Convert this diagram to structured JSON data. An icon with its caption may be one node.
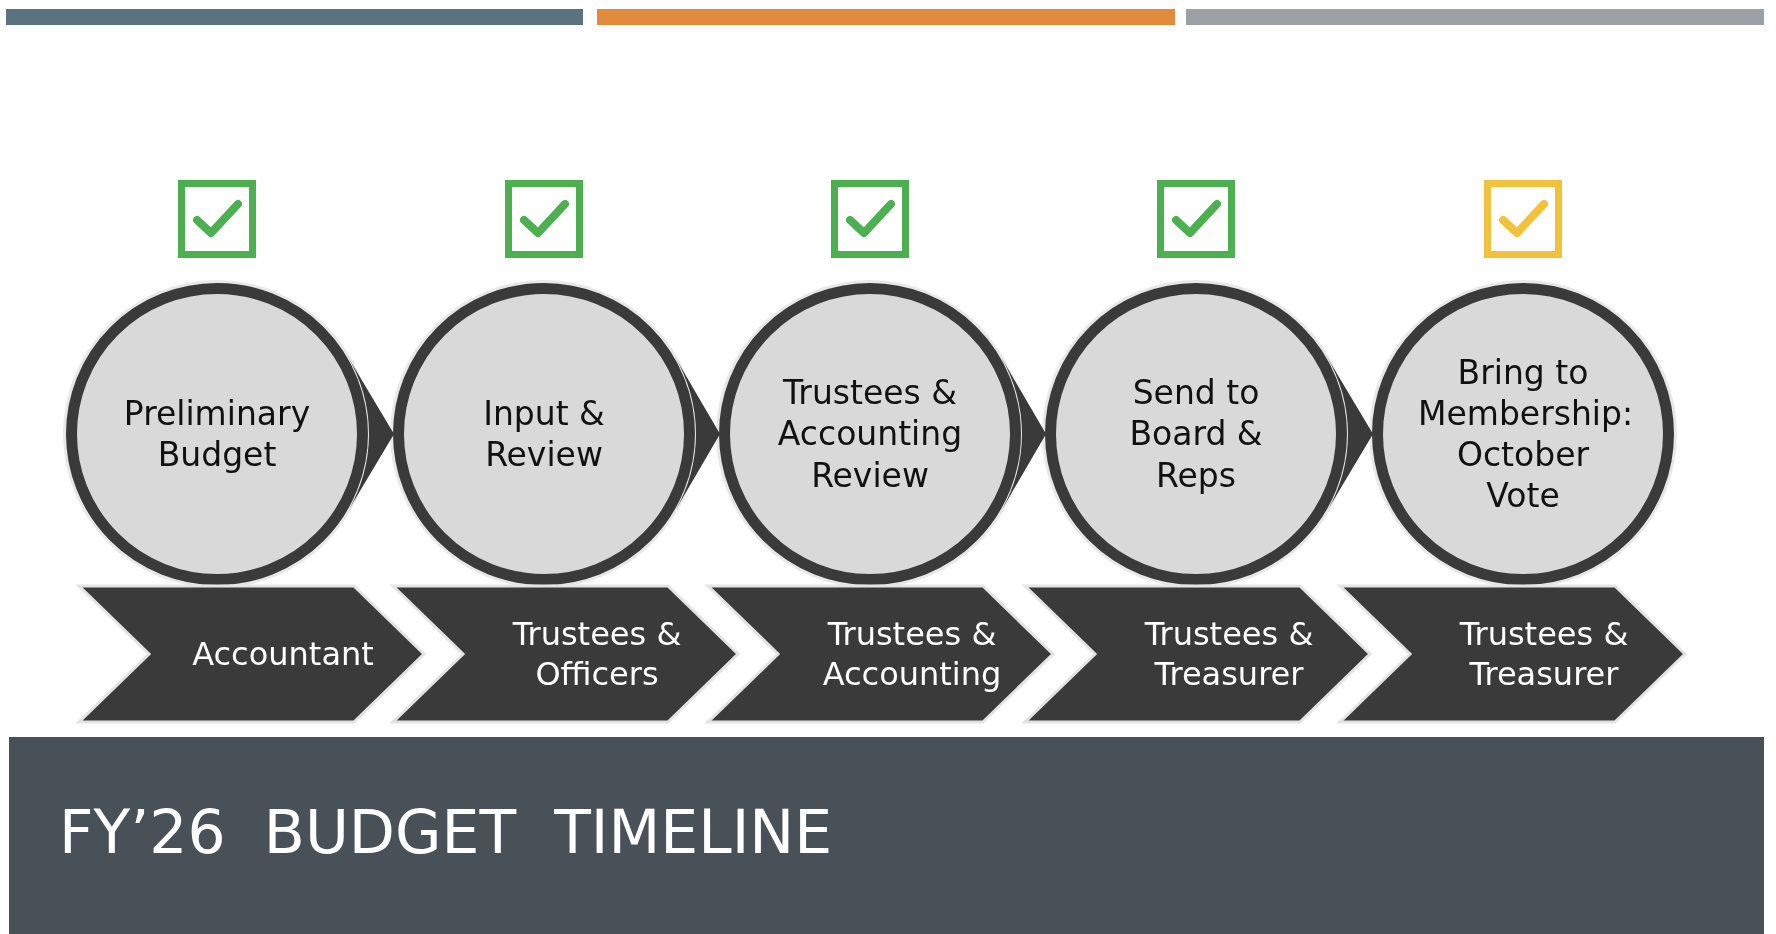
{
  "diagram": {
    "title": "FY’26  BUDGET  TIMELINE",
    "nodes": [
      {
        "text": [
          "Preliminary Budget"
        ]
      },
      {
        "text": [
          "Input & Review"
        ]
      },
      {
        "text": [
          "Trustees & Accounting Review"
        ]
      },
      {
        "text": [
          "Send to Board & Reps"
        ]
      },
      {
        "text": [
          "Bring to Membership: October Vote"
        ]
      },
      {
        "text": [
          "Accountant"
        ]
      },
      {
        "text": [
          "Trustees & Officers"
        ]
      },
      {
        "text": [
          "Trustees & Accounting"
        ]
      },
      {
        "text": [
          "Trustees & Treasurer"
        ]
      },
      {
        "text": [
          "Trustees & Treasurer"
        ]
      }
    ],
    "edges": [
      {
        "from": 0,
        "to": 1,
        "arrow": "to"
      },
      {
        "from": 1,
        "to": 2,
        "arrow": "to"
      },
      {
        "from": 2,
        "to": 3,
        "arrow": "to"
      },
      {
        "from": 3,
        "to": 4,
        "arrow": "to"
      }
    ]
  }
}
